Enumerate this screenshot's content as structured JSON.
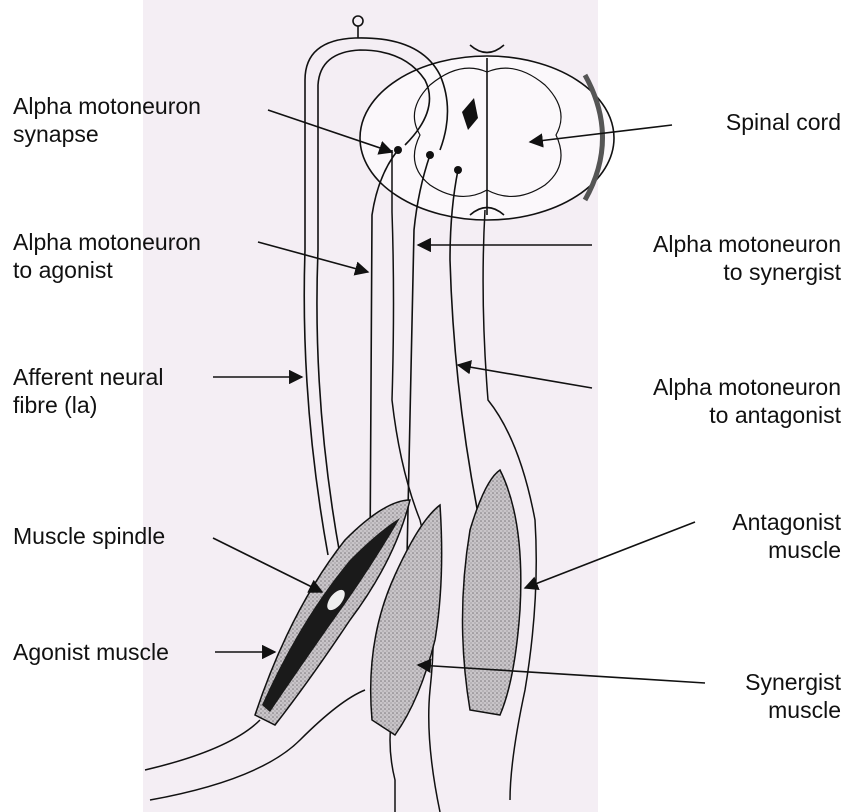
{
  "labels": {
    "alpha_synapse": [
      "Alpha motoneuron",
      "synapse"
    ],
    "alpha_agonist": [
      "Alpha motoneuron",
      "to agonist"
    ],
    "afferent": [
      "Afferent neural",
      "fibre (la)"
    ],
    "muscle_spindle": "Muscle spindle",
    "agonist_muscle": "Agonist muscle",
    "spinal_cord": "Spinal cord",
    "alpha_synergist": [
      "Alpha motoneuron",
      "to synergist"
    ],
    "alpha_antagonist": [
      "Alpha motoneuron",
      "to antagonist"
    ],
    "antagonist_muscle": [
      "Antagonist",
      "muscle"
    ],
    "synergist_muscle": [
      "Synergist",
      "muscle"
    ]
  },
  "colors": {
    "ink": "#111111",
    "panel": "#f4eef4",
    "muscle_fill": "#b8b4b8",
    "spindle": "#1a1a1a"
  }
}
